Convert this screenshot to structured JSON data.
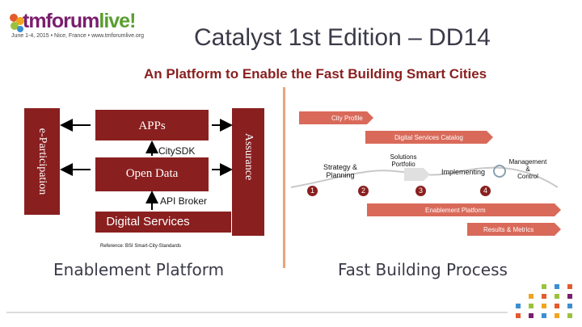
{
  "logo": {
    "brand_prefix": "tmforum",
    "brand_suffix": "live!",
    "tagline": "June 1-4, 2015 • Nice, France • www.tmforumlive.org"
  },
  "title": "Catalyst 1st Edition – DD14",
  "subtitle": "An Platform to Enable the Fast Building Smart Cities",
  "left_diagram": {
    "e_participation": "e-Participation",
    "assurance": "Assurance",
    "apps": "APPs",
    "citysdk": "CitySDK",
    "open_data": "Open Data",
    "api_broker": "API Broker",
    "digital_services": "Digital Services",
    "reference": "Reference: BSI Smart-City-Standards"
  },
  "right_diagram": {
    "city_profile": "City Profile",
    "digital_services_catalog": "Digital Services Catalog",
    "strategy_planning_line1": "Strategy &",
    "strategy_planning_line2": "Planning",
    "solutions_portfolio_line1": "Solutions",
    "solutions_portfolio_line2": "Portfolio",
    "implementing": "Implementing",
    "management_line1": "Management",
    "management_line2": "&",
    "management_line3": "Control",
    "step_1": "1",
    "step_2": "2",
    "step_3": "3",
    "step_4": "4",
    "enablement_platform": "Enablement Platform",
    "results_metrics": "Results & Metrics"
  },
  "footer": {
    "left": "Enablement Platform",
    "right": "Fast Building Process"
  },
  "colors": {
    "dark_red": "#8a1f1f",
    "salmon": "#d96a5a",
    "divider": "#e8a47a",
    "title_gray": "#3a3a48"
  }
}
